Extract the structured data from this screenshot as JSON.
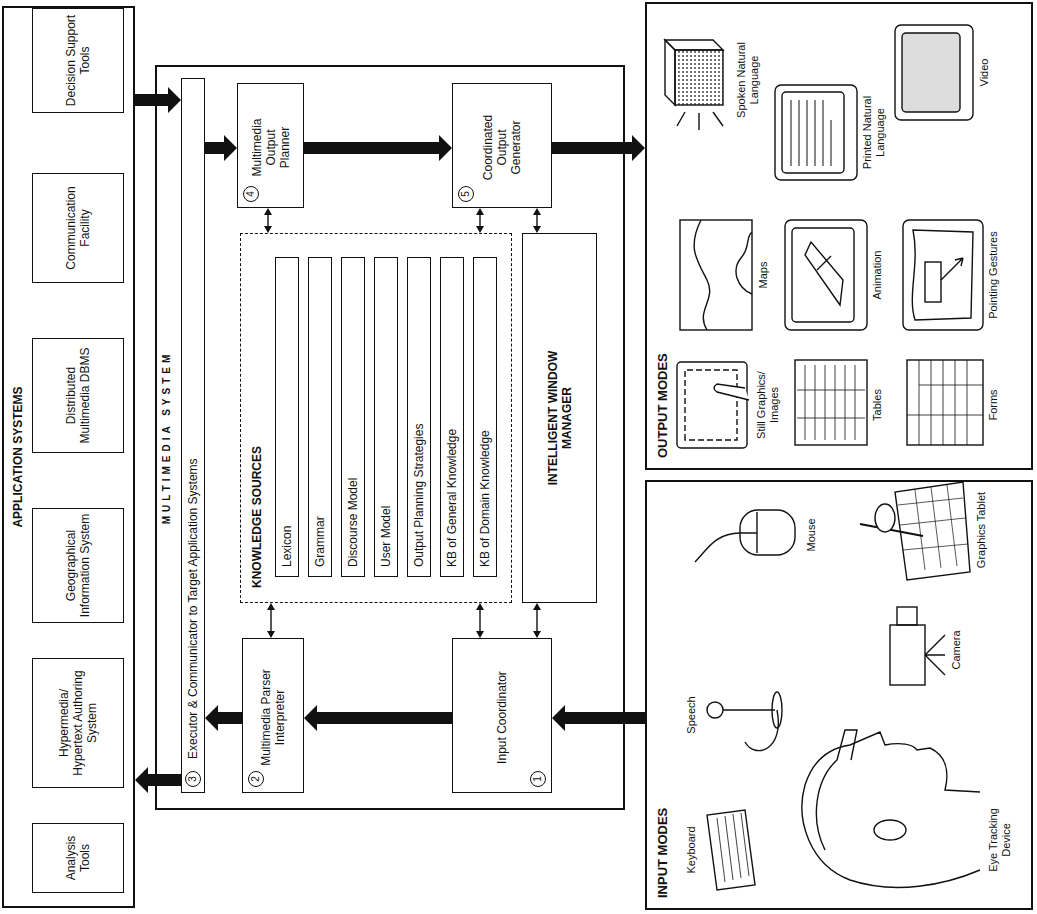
{
  "diagram": {
    "nodes": [
      {
        "text": [
          "APPLICATION SYSTEMS"
        ]
      },
      {
        "text": [
          "Analysis Tools"
        ],
        "in": 0
      },
      {
        "text": [
          "Hypermedia/ Hypertext Authoring System"
        ],
        "in": 0
      },
      {
        "text": [
          "Geographical Information System"
        ],
        "in": 0
      },
      {
        "text": [
          "Distributed Multimedia DBMS"
        ],
        "in": 0
      },
      {
        "text": [
          "Communication Facility"
        ],
        "in": 0
      },
      {
        "text": [
          "Decision Support Tools"
        ],
        "in": 0
      },
      {
        "text": [
          "MULTIMEDIA SYSTEM"
        ]
      },
      {
        "text": [
          "3",
          "Executor & Communicator to Target Application Systems"
        ],
        "in": 7
      },
      {
        "text": [
          "2",
          "Multimedia Parser Interpreter"
        ],
        "in": 7
      },
      {
        "text": [
          "4",
          "Multimedia Output Planner"
        ],
        "in": 7
      },
      {
        "text": [
          "KNOWLEDGE SOURCES"
        ],
        "in": 7
      },
      {
        "text": [
          "Lexicon"
        ],
        "in": 11
      },
      {
        "text": [
          "Grammar"
        ],
        "in": 11
      },
      {
        "text": [
          "Discourse Model"
        ],
        "in": 11
      },
      {
        "text": [
          "User Model"
        ],
        "in": 11
      },
      {
        "text": [
          "Output Planning Strategies"
        ],
        "in": 11
      },
      {
        "text": [
          "KB of General Knowledge"
        ],
        "in": 11
      },
      {
        "text": [
          "KB of Domain Knowledge"
        ],
        "in": 11
      },
      {
        "text": [
          "INTELLIGENT WINDOW MANAGER"
        ],
        "in": 7
      },
      {
        "text": [
          "1",
          "Input Coordinator"
        ],
        "in": 7
      },
      {
        "text": [
          "5",
          "Coordinated Output Generator"
        ],
        "in": 7
      },
      {
        "text": [
          "INPUT MODES"
        ]
      },
      {
        "text": [
          "OUTPUT MODES"
        ]
      }
    ],
    "edges": [
      {
        "from": 0,
        "to": 8,
        "arrow": "to"
      },
      {
        "from": 8,
        "to": 0,
        "arrow": "to"
      },
      {
        "from": 8,
        "to": 10,
        "arrow": "to"
      },
      {
        "from": 9,
        "to": 8,
        "arrow": "to"
      },
      {
        "from": 10,
        "to": 21,
        "arrow": "to"
      },
      {
        "from": 21,
        "to": 23,
        "arrow": "to"
      },
      {
        "from": 22,
        "to": 20,
        "arrow": "to"
      },
      {
        "from": 20,
        "to": 9,
        "arrow": "to"
      },
      {
        "from": 11,
        "to": 10,
        "arrow": "both"
      },
      {
        "from": 11,
        "to": 21,
        "arrow": "both"
      },
      {
        "from": 11,
        "to": 9,
        "arrow": "both"
      },
      {
        "from": 11,
        "to": 20,
        "arrow": "both"
      },
      {
        "from": 19,
        "to": 21,
        "arrow": "both"
      },
      {
        "from": 19,
        "to": 20,
        "arrow": "both"
      }
    ],
    "labels": [
      "Keyboard",
      "Speech",
      "Mouse",
      "Eye Tracking Device",
      "Camera",
      "Graphics Tablet",
      "Spoken Natural Language",
      "Printed Natural Language",
      "Video",
      "Maps",
      "Animation",
      "Pointing Gestures",
      "Still Graphics/ Images",
      "Tables",
      "Forms"
    ]
  }
}
